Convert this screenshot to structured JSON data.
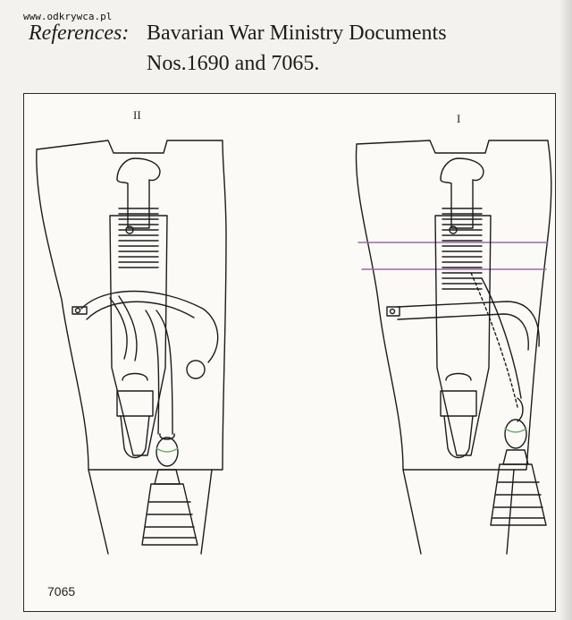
{
  "watermark": "www.odkrywca.pl",
  "references": {
    "label": "References:",
    "line1": "Bavarian War Ministry Documents",
    "line2": "Nos.1690 and 7065."
  },
  "plate": {
    "left_figure_label": "II",
    "right_figure_label": "I",
    "plate_number": "7065"
  },
  "colors": {
    "ink": "#1c1c1c",
    "paper": "#fbfaf7",
    "accent_green": "#6fae74",
    "accent_purple": "#9a6aa6"
  }
}
